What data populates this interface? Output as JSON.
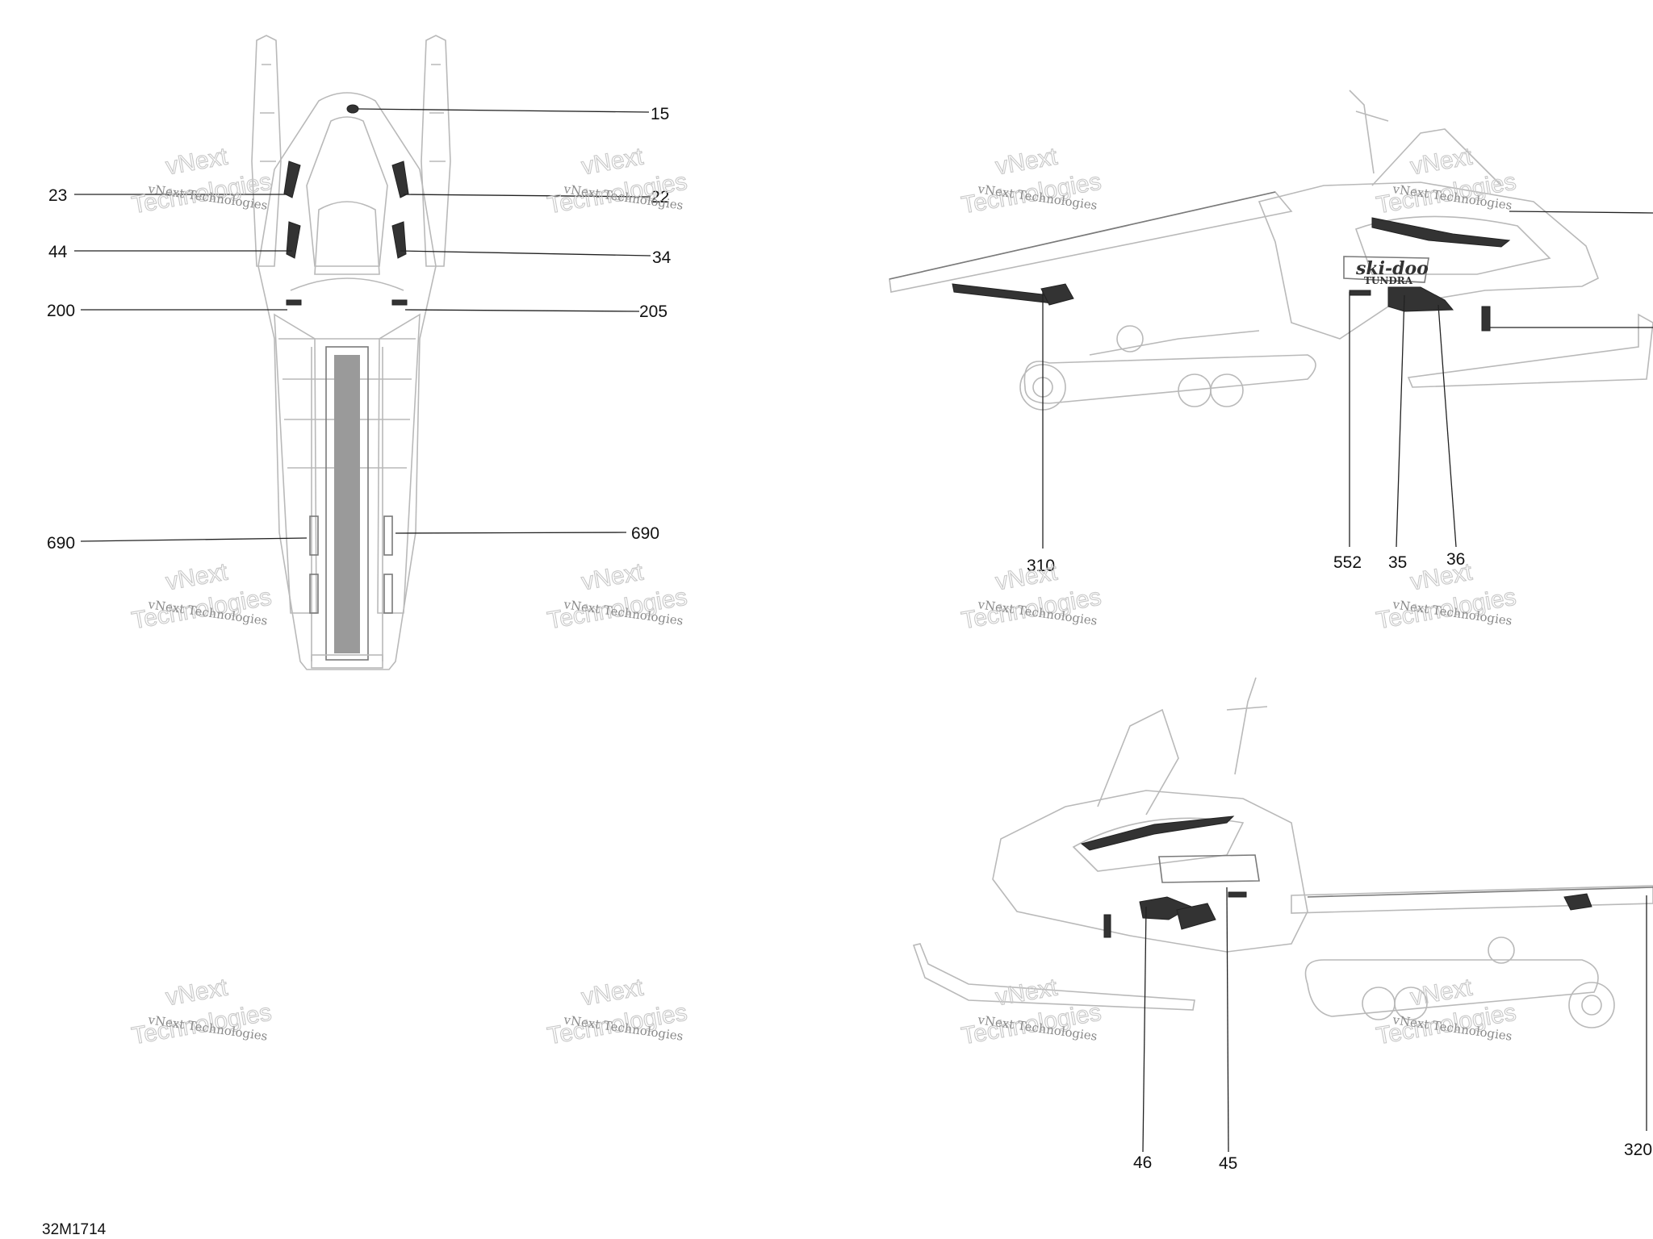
{
  "figure_code": "32M1714",
  "watermark": {
    "line_small": "vNext Technologies",
    "line_outline_1": "vNext",
    "line_outline_2": "Technologies"
  },
  "callouts": {
    "c15": "15",
    "c23": "23",
    "c22": "22",
    "c44": "44",
    "c34": "34",
    "c200": "200",
    "c205": "205",
    "c690_left": "690",
    "c690_right": "690",
    "c310": "310",
    "c552": "552",
    "c35": "35",
    "c36": "36",
    "c46": "46",
    "c45": "45",
    "c320": "320"
  },
  "decal_text": {
    "brand": "ski-doo",
    "model": "TUNDRA"
  }
}
